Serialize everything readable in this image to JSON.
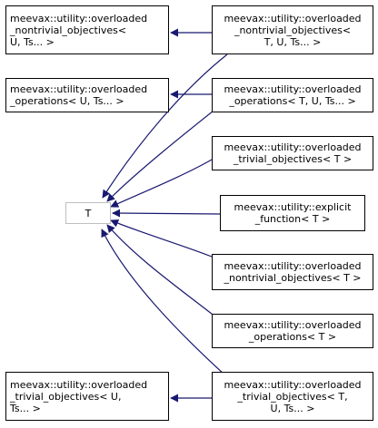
{
  "nodes": {
    "t": {
      "lines": [
        "T"
      ]
    },
    "left_nontrivial": {
      "lines": [
        "meevax::utility::overloaded",
        "_nontrivial_objectives<",
        "U, Ts... >"
      ]
    },
    "left_operations": {
      "lines": [
        "meevax::utility::overloaded",
        "_operations< U, Ts... >"
      ]
    },
    "left_trivial": {
      "lines": [
        "meevax::utility::overloaded",
        "_trivial_objectives< U,",
        "Ts... >"
      ]
    },
    "right_nontrivial_tu": {
      "lines": [
        "meevax::utility::overloaded",
        "_nontrivial_objectives<",
        "T, U, Ts... >"
      ]
    },
    "right_operations_tu": {
      "lines": [
        "meevax::utility::overloaded",
        "_operations< T, U, Ts... >"
      ]
    },
    "right_trivial_t": {
      "lines": [
        "meevax::utility::overloaded",
        "_trivial_objectives< T >"
      ]
    },
    "right_explicit": {
      "lines": [
        "meevax::utility::explicit",
        "_function< T >"
      ]
    },
    "right_nontrivial_t": {
      "lines": [
        "meevax::utility::overloaded",
        "_nontrivial_objectives< T >"
      ]
    },
    "right_operations_t": {
      "lines": [
        "meevax::utility::overloaded",
        "_operations< T >"
      ]
    },
    "right_trivial_tu": {
      "lines": [
        "meevax::utility::overloaded",
        "_trivial_objectives< T,",
        "U, Ts... >"
      ]
    }
  },
  "colors": {
    "edge": "#191970",
    "box_border": "#000000",
    "root_border": "#bfbfbf"
  }
}
